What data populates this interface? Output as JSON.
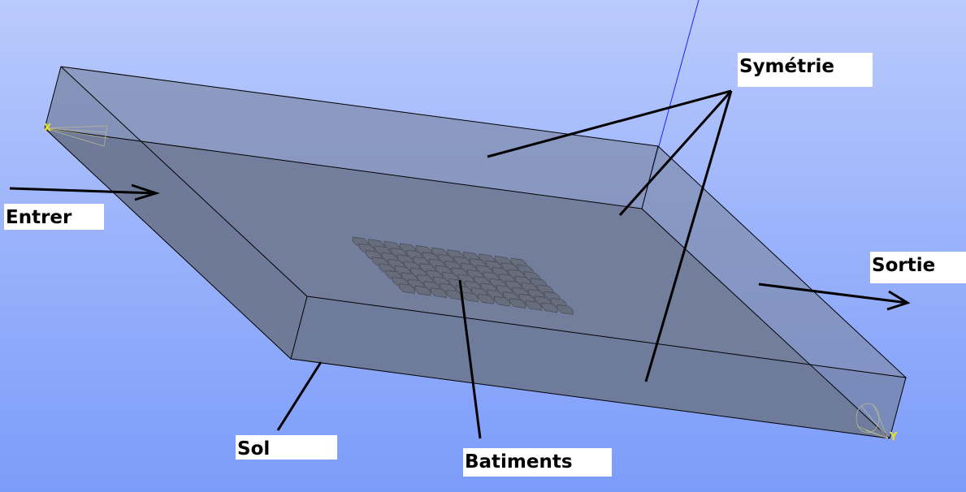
{
  "labels": {
    "symetrie": "Symétrie",
    "entrer": "Entrer",
    "sortie": "Sortie",
    "sol": "Sol",
    "batiments": "Batiments"
  },
  "axes": {
    "x": "X",
    "y": "Y"
  },
  "colors": {
    "box_top": "#7b86a3",
    "box_floor": "#66728f",
    "axis_line": "#2020ff",
    "axis_label": "#e8e020"
  },
  "buildings_grid": {
    "rows": 8,
    "cols": 11
  }
}
